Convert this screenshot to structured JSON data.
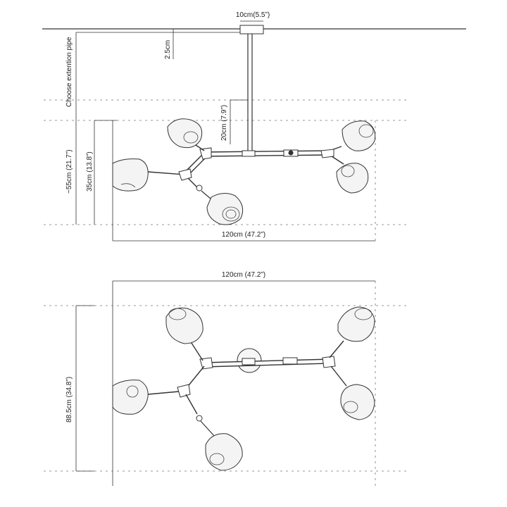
{
  "labels": {
    "canopy_width": "10cm(5.5”)",
    "canopy_gap": "2.5cm",
    "extension_pipe": "Choose extention pipe",
    "pipe_length": "20cm (7.9”)",
    "total_height": "~55cm (21.7”)",
    "body_height": "35cm (13.8”)",
    "front_width": "120cm (47.2”)",
    "top_width": "120cm (47.2”)",
    "top_depth": "88.5cm (34.8”)"
  },
  "colors": {
    "line": "#333333",
    "dash": "#777777",
    "glass": "#f4f4f4"
  }
}
